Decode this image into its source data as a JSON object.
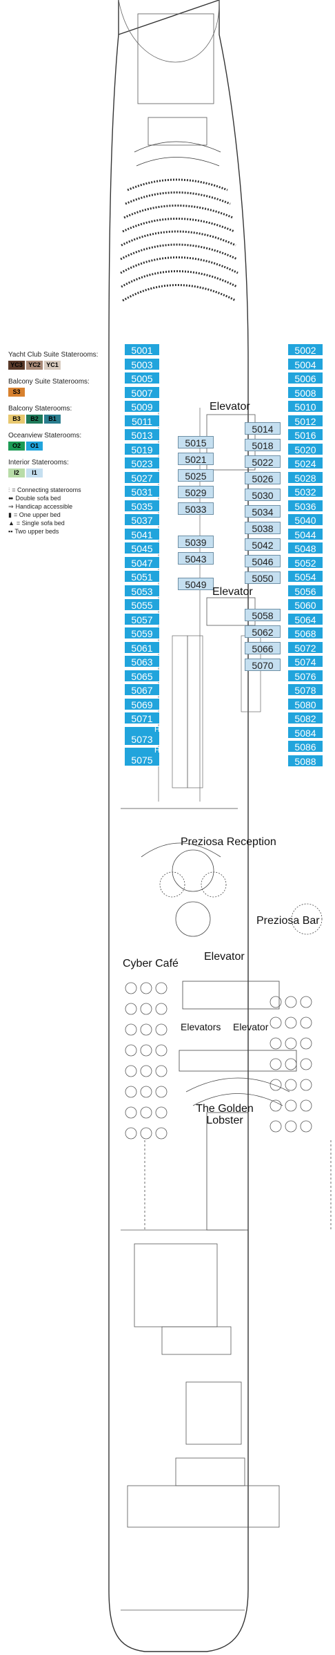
{
  "legend": {
    "groups": [
      {
        "title": "Yacht Club Suite Staterooms:",
        "codes": [
          {
            "code": "YC3",
            "color": "#5a3a2a",
            "text": "#000"
          },
          {
            "code": "YC2",
            "color": "#a98a78",
            "text": "#000"
          },
          {
            "code": "YC1",
            "color": "#d8cbbf",
            "text": "#000"
          }
        ]
      },
      {
        "title": "Balcony Suite Staterooms:",
        "codes": [
          {
            "code": "S3",
            "color": "#d8812e",
            "text": "#000"
          }
        ]
      },
      {
        "title": "Balcony Staterooms:",
        "codes": [
          {
            "code": "B3",
            "color": "#e8c870",
            "text": "#000"
          },
          {
            "code": "B2",
            "color": "#1f7a5a",
            "text": "#000"
          },
          {
            "code": "B1",
            "color": "#2a7d8e",
            "text": "#000"
          }
        ]
      },
      {
        "title": "Oceanview Staterooms:",
        "codes": [
          {
            "code": "O2",
            "color": "#1c9b55",
            "text": "#000"
          },
          {
            "code": "O1",
            "color": "#21a4dc",
            "text": "#000"
          }
        ]
      },
      {
        "title": "Interior Staterooms:",
        "codes": [
          {
            "code": "I2",
            "color": "#b8dca8",
            "text": "#000"
          },
          {
            "code": "I1",
            "color": "#c5dff0",
            "text": "#000"
          }
        ]
      }
    ],
    "keys": [
      {
        "symbol": "⫶",
        "label": "= Connecting staterooms"
      },
      {
        "symbol": "⬌",
        "label": "Double sofa bed"
      },
      {
        "symbol": "⇒",
        "label": "Handicap accessible"
      },
      {
        "symbol": "▮",
        "label": "= One upper bed"
      },
      {
        "symbol": "▲",
        "label": "= Single sofa bed"
      },
      {
        "symbol": "▪▪",
        "label": "Two upper beds"
      }
    ]
  },
  "labels": {
    "elevator_fwd": "Elevator",
    "elevator_mid": "Elevator",
    "reception": "Preziosa Reception",
    "bar": "Preziosa Bar",
    "elevator_aft": "Elevator",
    "cyber": "Cyber Café",
    "elevators_a": "Elevators",
    "elevators_b": "Elevator",
    "lobster": "The Golden Lobster"
  },
  "cabins": {
    "port_outside": [
      "5001",
      "5003",
      "5005",
      "5007",
      "5009",
      "5011",
      "5013",
      "5019",
      "5023",
      "5027",
      "5031",
      "5035",
      "5037",
      "5041",
      "5045",
      "5047",
      "5051",
      "5053",
      "5055",
      "5057",
      "5059",
      "5061",
      "5063",
      "5065",
      "5067",
      "5069",
      "5071",
      "5073",
      "5075"
    ],
    "stbd_outside": [
      "5002",
      "5004",
      "5006",
      "5008",
      "5010",
      "5012",
      "5016",
      "5020",
      "5024",
      "5028",
      "5032",
      "5036",
      "5040",
      "5044",
      "5048",
      "5052",
      "5054",
      "5056",
      "5060",
      "5064",
      "5068",
      "5072",
      "5074",
      "5076",
      "5078",
      "5080",
      "5082",
      "5084",
      "5086",
      "5088"
    ],
    "port_inside_fwd": [
      "5015",
      "5021",
      "5025",
      "5029",
      "5033",
      "5039",
      "5043"
    ],
    "stbd_inside_fwd": [
      "5014",
      "5018",
      "5022",
      "5026",
      "5030",
      "5034",
      "5038",
      "5042",
      "5046",
      "5050"
    ],
    "port_inside_mid": [
      "5049"
    ],
    "stbd_inside_mid": [
      "5058",
      "5062",
      "5066",
      "5070"
    ],
    "accessible_marker": "H"
  }
}
